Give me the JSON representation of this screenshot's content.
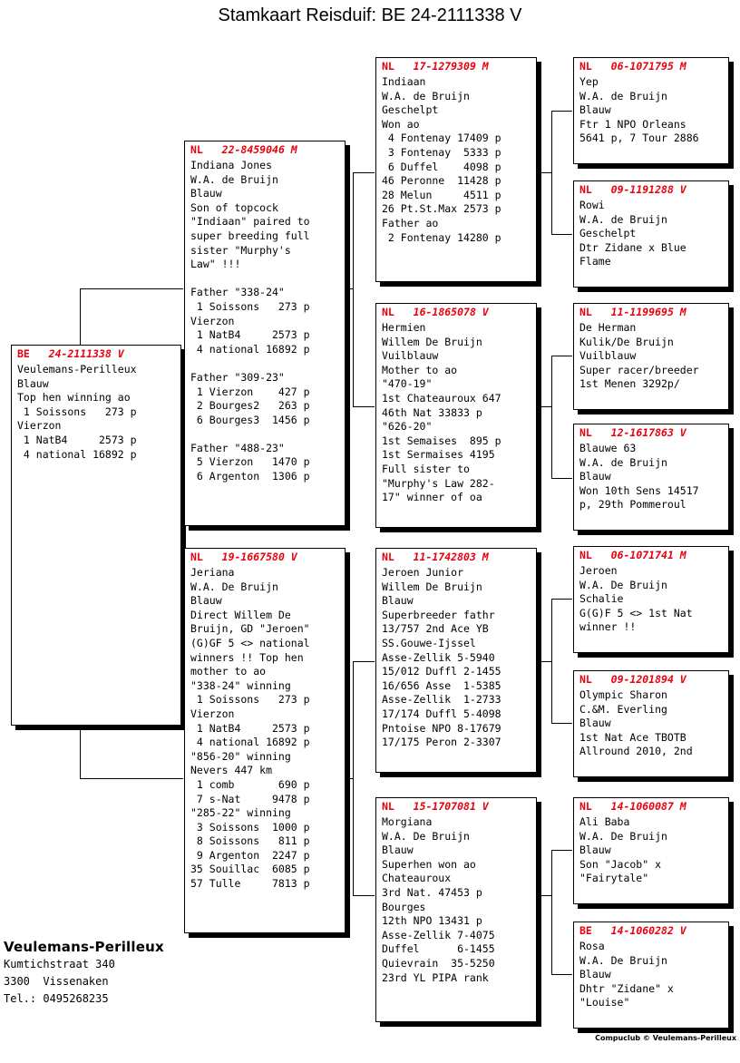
{
  "title": "Stamkaart Reisduif: BE  24-2111338 V",
  "credit": "Compuclub © Veulemans-Perilleux",
  "owner": {
    "name": "Veulemans-Perilleux",
    "street": "Kumtichstraat 340",
    "city": "3300  Vissenaken",
    "phone": "Tel.: 0495268235"
  },
  "colors": {
    "ring": "#e8000d",
    "text": "#000000",
    "box_bg": "#ffffff",
    "shadow": "#000000",
    "page_bg": "#ffffff"
  },
  "boxes": {
    "subject": {
      "country": "BE",
      "ring": "24-2111338 V",
      "lines": [
        "Veulemans-Perilleux",
        "Blauw",
        "Top hen winning ao",
        " 1 Soissons   273 p",
        "Vierzon",
        " 1 NatB4     2573 p",
        " 4 national 16892 p"
      ]
    },
    "father": {
      "country": "NL",
      "ring": "22-8459046 M",
      "lines": [
        "Indiana Jones",
        "W.A. de Bruijn",
        "Blauw",
        "Son of topcock",
        "\"Indiaan\" paired to",
        "super breeding full",
        "sister \"Murphy's",
        "Law\" !!!",
        "",
        "Father \"338-24\"",
        " 1 Soissons   273 p",
        "Vierzon",
        " 1 NatB4     2573 p",
        " 4 national 16892 p",
        "",
        "Father \"309-23\"",
        " 1 Vierzon    427 p",
        " 2 Bourges2   263 p",
        " 6 Bourges3  1456 p",
        "",
        "Father \"488-23\"",
        " 5 Vierzon   1470 p",
        " 6 Argenton  1306 p"
      ]
    },
    "mother": {
      "country": "NL",
      "ring": "19-1667580 V",
      "lines": [
        "Jeriana",
        "W.A. De Bruijn",
        "Blauw",
        "Direct Willem De",
        "Bruijn, GD \"Jeroen\"",
        "(G)GF 5 <> national",
        "winners !! Top hen",
        "mother to ao",
        "\"338-24\" winning",
        " 1 Soissons   273 p",
        "Vierzon",
        " 1 NatB4     2573 p",
        " 4 national 16892 p",
        "\"856-20\" winning",
        "Nevers 447 km",
        " 1 comb       690 p",
        " 7 s-Nat     9478 p",
        "\"285-22\" winning",
        " 3 Soissons  1000 p",
        " 8 Soissons   811 p",
        " 9 Argenton  2247 p",
        "35 Souillac  6085 p",
        "57 Tulle     7813 p"
      ]
    },
    "ff": {
      "country": "NL",
      "ring": "17-1279309 M",
      "lines": [
        "Indiaan",
        "W.A. de Bruijn",
        "Geschelpt",
        "Won ao",
        " 4 Fontenay 17409 p",
        " 3 Fontenay  5333 p",
        " 6 Duffel    4098 p",
        "46 Peronne  11428 p",
        "28 Melun     4511 p",
        "26 Pt.St.Max 2573 p",
        "Father ao",
        " 2 Fontenay 14280 p"
      ]
    },
    "fm": {
      "country": "NL",
      "ring": "16-1865078 V",
      "lines": [
        "Hermien",
        "Willem De Bruijn",
        "Vuilblauw",
        "Mother to ao",
        "\"470-19\"",
        "1st Chateauroux 647",
        "46th Nat 33833 p",
        "\"626-20\"",
        "1st Semaises  895 p",
        "1st Sermaises 4195",
        "Full sister to",
        "\"Murphy's Law 282-",
        "17\" winner of oa"
      ]
    },
    "mf": {
      "country": "NL",
      "ring": "11-1742803 M",
      "lines": [
        "Jeroen Junior",
        "Willem De Bruijn",
        "Blauw",
        "Superbreeder fathr",
        "13/757 2nd Ace YB",
        "SS.Gouwe-Ijssel",
        "Asse-Zellik 5-5940",
        "15/012 Duffl 2-1455",
        "16/656 Asse  1-5385",
        "Asse-Zellik  1-2733",
        "17/174 Duffl 5-4098",
        "Pntoise NPO 8-17679",
        "17/175 Peron 2-3307"
      ]
    },
    "mm": {
      "country": "NL",
      "ring": "15-1707081 V",
      "lines": [
        "Morgiana",
        "W.A. De Bruijn",
        "Blauw",
        "Superhen won ao",
        "Chateauroux",
        "3rd Nat. 47453 p",
        "Bourges",
        "12th NPO 13431 p",
        "Asse-Zellik 7-4075",
        "Duffel      6-1455",
        "Quievrain  35-5250",
        "23rd YL PIPA rank"
      ]
    },
    "fff": {
      "country": "NL",
      "ring": "06-1071795 M",
      "lines": [
        "Yep",
        "W.A. de Bruijn",
        "Blauw",
        "Ftr 1 NPO Orleans",
        "5641 p, 7 Tour 2886"
      ]
    },
    "ffm": {
      "country": "NL",
      "ring": "09-1191288 V",
      "lines": [
        "Rowi",
        "W.A. de Bruijn",
        "Geschelpt",
        "Dtr Zidane x Blue",
        "Flame"
      ]
    },
    "fmf": {
      "country": "NL",
      "ring": "11-1199695 M",
      "lines": [
        "De Herman",
        "Kulik/De Bruijn",
        "Vuilblauw",
        "Super racer/breeder",
        "1st Menen 3292p/"
      ]
    },
    "fmm": {
      "country": "NL",
      "ring": "12-1617863 V",
      "lines": [
        "Blauwe 63",
        "W.A. de Bruijn",
        "Blauw",
        "Won 10th Sens 14517",
        "p, 29th Pommeroul"
      ]
    },
    "mff": {
      "country": "NL",
      "ring": "06-1071741 M",
      "lines": [
        "Jeroen",
        "W.A. De Bruijn",
        "Schalie",
        "G(G)F 5 <> 1st Nat",
        "winner !!"
      ]
    },
    "mfm": {
      "country": "NL",
      "ring": "09-1201894 V",
      "lines": [
        "Olympic Sharon",
        "C.&M. Everling",
        "Blauw",
        "1st Nat Ace TBOTB",
        "Allround 2010, 2nd"
      ]
    },
    "mmf": {
      "country": "NL",
      "ring": "14-1060087 M",
      "lines": [
        "Ali Baba",
        "W.A. De Bruijn",
        "Blauw",
        "Son \"Jacob\" x",
        "\"Fairytale\""
      ]
    },
    "mmm": {
      "country": "BE",
      "ring": "14-1060282 V",
      "lines": [
        "Rosa",
        "W.A. De Bruijn",
        "Blauw",
        "Dhtr \"Zidane\" x",
        "\"Louise\""
      ]
    }
  }
}
